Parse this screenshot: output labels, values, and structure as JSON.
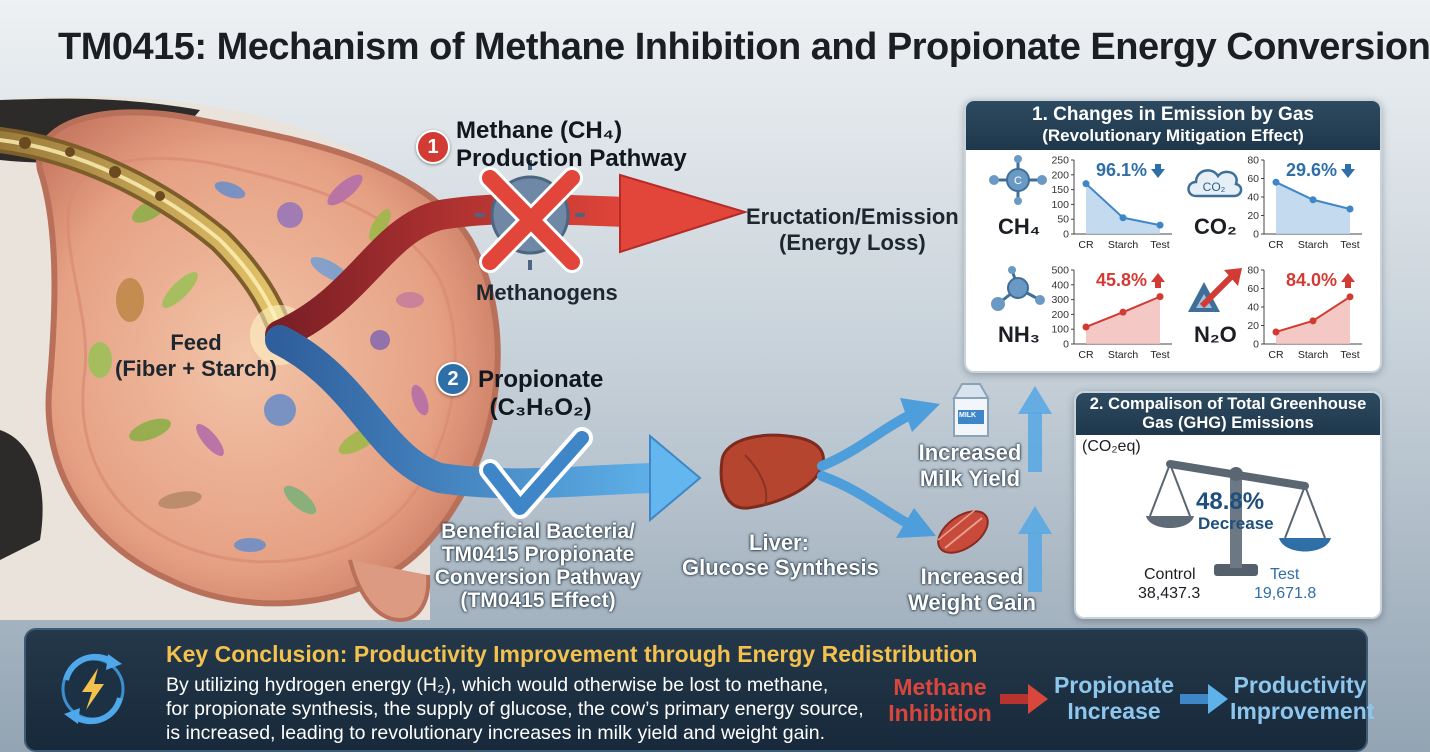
{
  "title": "TM0415: Mechanism of Methane Inhibition and Propionate Energy Conversion",
  "colors": {
    "methane_red": "#d23b33",
    "propionate_blue": "#3f86c8",
    "panel_navy": "#1f374b",
    "gold": "#f2c14e",
    "up_red": "#d23b33",
    "down_blue": "#2f6fa8"
  },
  "diagram": {
    "feed": {
      "line1": "Feed",
      "line2": "(Fiber + Starch)"
    },
    "pathway1": {
      "number": "1",
      "line1": "Methane (CH₄)",
      "line2": "Production Pathway",
      "organism": "Methanogens",
      "outcome_line1": "Eructation/Emission",
      "outcome_line2": "(Energy Loss)",
      "icon": "blocked-x-icon"
    },
    "pathway2": {
      "number": "2",
      "line1": "Propionate",
      "line2": "(C₃H₆O₂)",
      "organism_line1": "Beneficial Bacteria/",
      "organism_line2": "TM0415 Propionate",
      "organism_line3": "Conversion Pathway",
      "organism_line4": "(TM0415 Effect)",
      "icon": "checkmark-icon"
    },
    "liver": {
      "line1": "Liver:",
      "line2": "Glucose Synthesis",
      "icon": "liver-icon"
    },
    "milk": {
      "line1": "Increased",
      "line2": "Milk Yield",
      "icon": "milk-carton-icon",
      "carton_text": "MILK"
    },
    "weight": {
      "line1": "Increased",
      "line2": "Weight Gain",
      "icon": "muscle-icon"
    }
  },
  "panel1": {
    "title_line1": "1. Changes in Emission by Gas",
    "title_line2": "(Revolutionary Mitigation Effect)",
    "x_labels": [
      "CR",
      "Starch",
      "Test"
    ],
    "ch4_icon_text": "C",
    "co2_icon_text": "CO₂"
  },
  "panel2": {
    "title_line1": "2. Compalison of Total Greenhouse",
    "title_line2": "Gas (GHG) Emissions",
    "unit": "(CO₂eq)",
    "percent": "48.8%",
    "change": "Decrease",
    "control_label": "Control",
    "control_value": "38,437.3",
    "test_label": "Test",
    "test_value": "19,671.8",
    "icon": "balance-scale-icon"
  },
  "chart_data": [
    {
      "type": "line",
      "series": [
        {
          "name": "CH₄",
          "values": [
            170,
            55,
            30
          ]
        }
      ],
      "categories": [
        "CR",
        "Starch",
        "Test"
      ],
      "ylim": [
        0,
        250
      ],
      "yticks": [
        0,
        50,
        100,
        150,
        200,
        250
      ],
      "annotation": "96.1%",
      "direction": "down",
      "color": "#3f86c8"
    },
    {
      "type": "line",
      "series": [
        {
          "name": "CO₂",
          "values": [
            56,
            37,
            27
          ]
        }
      ],
      "categories": [
        "CR",
        "Starch",
        "Test"
      ],
      "ylim": [
        0,
        80
      ],
      "yticks": [
        0,
        20,
        40,
        60,
        80
      ],
      "annotation": "29.6%",
      "direction": "down",
      "color": "#3f86c8"
    },
    {
      "type": "line",
      "series": [
        {
          "name": "NH₃",
          "values": [
            115,
            215,
            320
          ]
        }
      ],
      "categories": [
        "CR",
        "Starch",
        "Test"
      ],
      "ylim": [
        0,
        500
      ],
      "yticks": [
        0,
        100,
        200,
        300,
        400,
        500
      ],
      "annotation": "45.8%",
      "direction": "up",
      "color": "#d23b33"
    },
    {
      "type": "line",
      "series": [
        {
          "name": "N₂O",
          "values": [
            13,
            25,
            51
          ]
        }
      ],
      "categories": [
        "CR",
        "Starch",
        "Test"
      ],
      "ylim": [
        0,
        80
      ],
      "yticks": [
        0,
        20,
        40,
        60,
        80
      ],
      "annotation": "84.0%",
      "direction": "up",
      "color": "#d23b33"
    }
  ],
  "conclusion": {
    "title": "Key Conclusion: Productivity Improvement through Energy Redistribution",
    "body_line1": "By utilizing hydrogen energy (H₂), which would otherwise be lost to methane,",
    "body_line2": "for propionate synthesis, the supply of glucose, the cow’s primary energy source,",
    "body_line3": "is increased, leading to revolutionary increases in milk yield and weight gain.",
    "flow": [
      {
        "line1": "Methane",
        "line2": "Inhibition"
      },
      {
        "line1": "Propionate",
        "line2": "Increase"
      },
      {
        "line1": "Productivity",
        "line2": "Improvement"
      }
    ],
    "icon": "energy-cycle-icon"
  }
}
